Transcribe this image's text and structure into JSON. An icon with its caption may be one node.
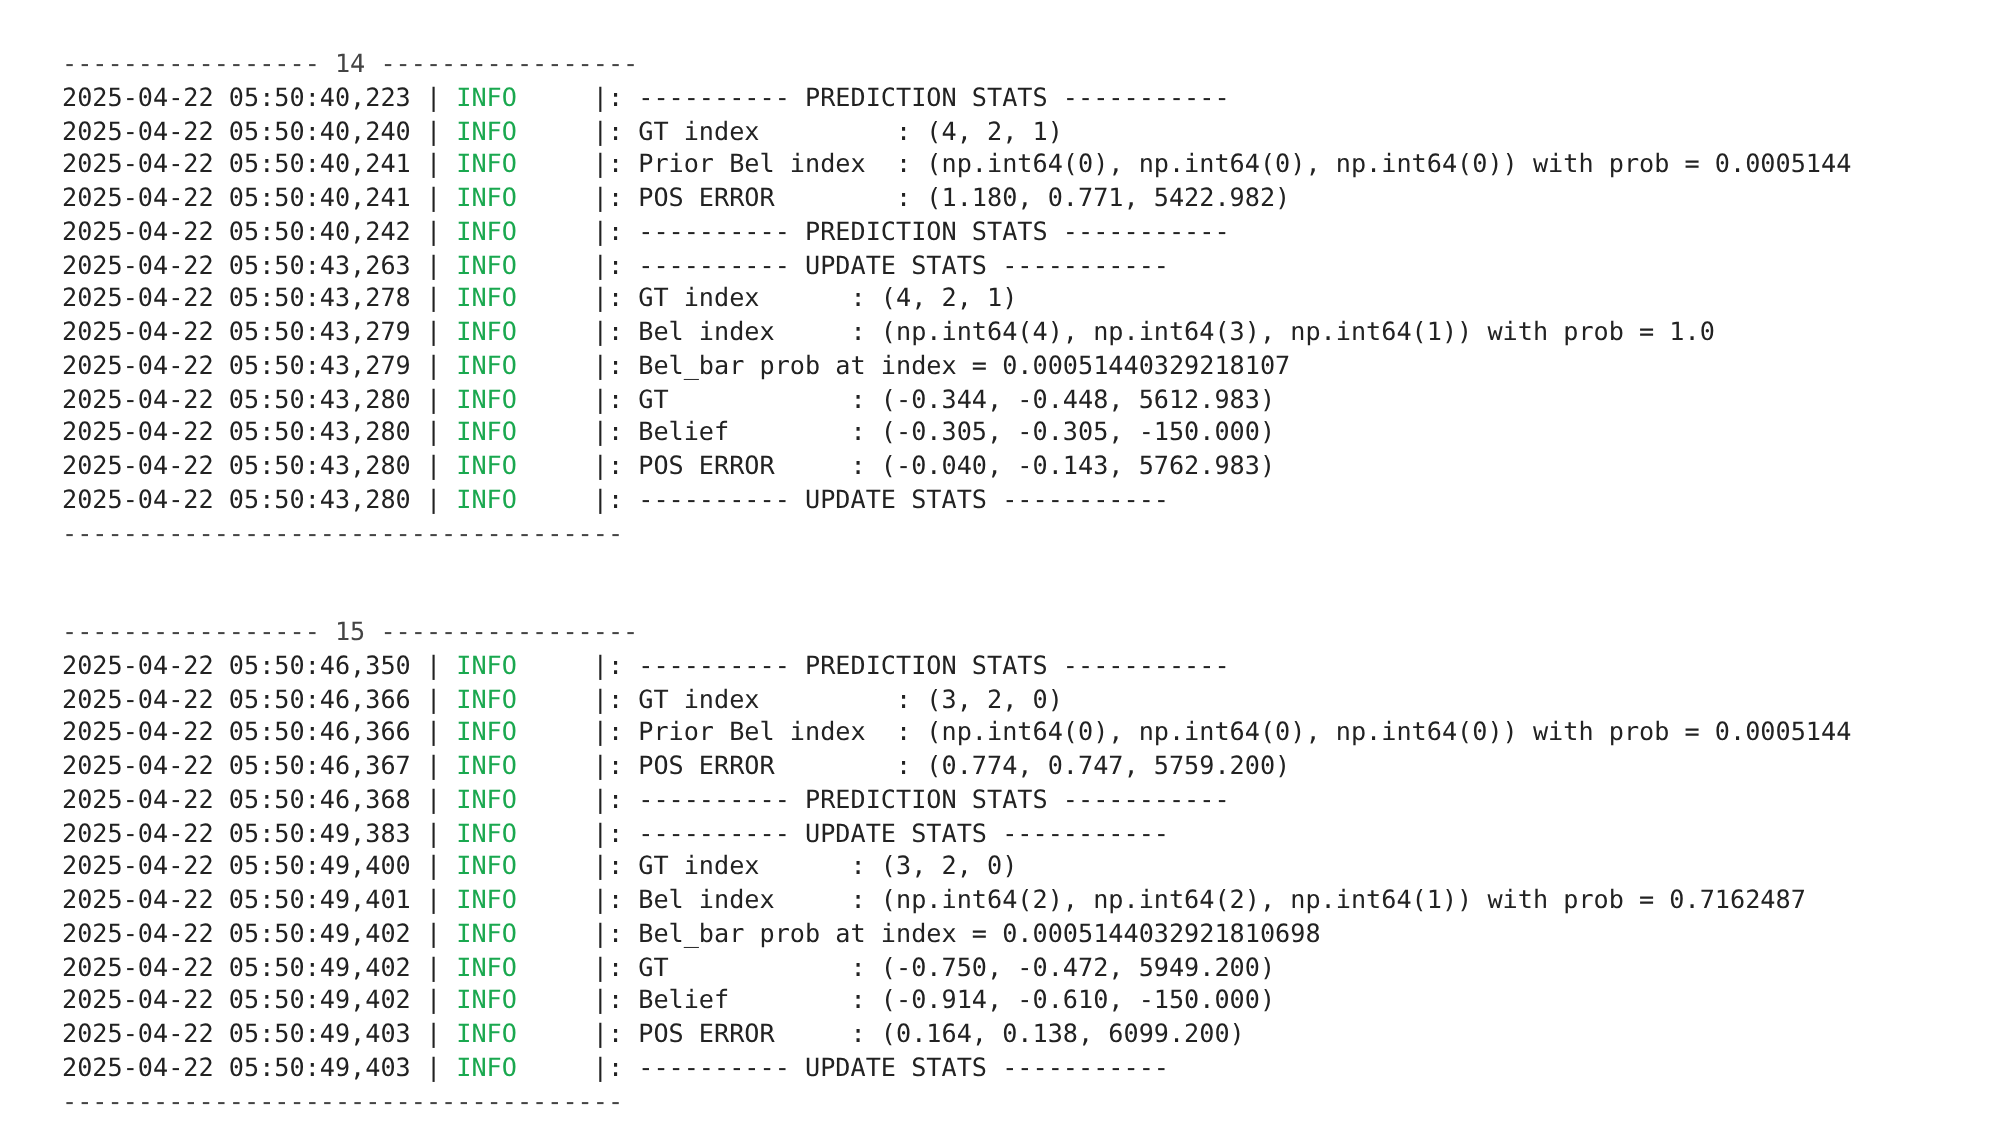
{
  "diagram": {
    "labels": [
      "----------------- 14 -----------------",
      "2025-04-22 05:50:40,223 |",
      "INFO",
      "|: ---------- PREDICTION STATS -----------",
      "2025-04-22 05:50:40,240 |",
      "INFO",
      "|: GT index         : (4, 2, 1)",
      "2025-04-22 05:50:40,241 |",
      "INFO",
      "|: Prior Bel index  : (np.int64(0), np.int64(0), np.int64(0)) with prob = 0.0005144",
      "2025-04-22 05:50:40,241 |",
      "INFO",
      "|: POS ERROR        : (1.180, 0.771, 5422.982)",
      "2025-04-22 05:50:40,242 |",
      "INFO",
      "|: ---------- PREDICTION STATS -----------",
      "2025-04-22 05:50:43,263 |",
      "INFO",
      "|: ---------- UPDATE STATS -----------",
      "2025-04-22 05:50:43,278 |",
      "INFO",
      "|: GT index      : (4, 2, 1)",
      "2025-04-22 05:50:43,279 |",
      "INFO",
      "|: Bel index     : (np.int64(4), np.int64(3), np.int64(1)) with prob = 1.0",
      "2025-04-22 05:50:43,279 |",
      "INFO",
      "|: Bel_bar prob at index = 0.00051440329218107",
      "2025-04-22 05:50:43,280 |",
      "INFO",
      "|: GT            : (-0.344, -0.448, 5612.983)",
      "2025-04-22 05:50:43,280 |",
      "INFO",
      "|: Belief        : (-0.305, -0.305, -150.000)",
      "2025-04-22 05:50:43,280 |",
      "INFO",
      "|: POS ERROR     : (-0.040, -0.143, 5762.983)",
      "2025-04-22 05:50:43,280 |",
      "INFO",
      "|: ---------- UPDATE STATS -----------",
      "-------------------------------------",
      "----------------- 15 -----------------",
      "2025-04-22 05:50:46,350 |",
      "INFO",
      "|: ---------- PREDICTION STATS -----------",
      "2025-04-22 05:50:46,366 |",
      "INFO",
      "|: GT index         : (3, 2, 0)",
      "2025-04-22 05:50:46,366 |",
      "INFO",
      "|: Prior Bel index  : (np.int64(0), np.int64(0), np.int64(0)) with prob = 0.0005144",
      "2025-04-22 05:50:46,367 |",
      "INFO",
      "|: POS ERROR        : (0.774, 0.747, 5759.200)",
      "2025-04-22 05:50:46,368 |",
      "INFO",
      "|: ---------- PREDICTION STATS -----------",
      "2025-04-22 05:50:49,383 |",
      "INFO",
      "|: ---------- UPDATE STATS -----------",
      "2025-04-22 05:50:49,400 |",
      "INFO",
      "|: GT index      : (3, 2, 0)",
      "2025-04-22 05:50:49,401 |",
      "INFO",
      "|: Bel index     : (np.int64(2), np.int64(2), np.int64(1)) with prob = 0.7162487",
      "2025-04-22 05:50:49,402 |",
      "INFO",
      "|: Bel_bar prob at index = 0.0005144032921810698",
      "2025-04-22 05:50:49,402 |",
      "INFO",
      "|: GT            : (-0.750, -0.472, 5949.200)",
      "2025-04-22 05:50:49,402 |",
      "INFO",
      "|: Belief        : (-0.914, -0.610, -150.000)",
      "2025-04-22 05:50:49,403 |",
      "INFO",
      "|: POS ERROR     : (0.164, 0.138, 6099.200)",
      "2025-04-22 05:50:49,403 |",
      "INFO",
      "|: ---------- UPDATE STATS -----------",
      "-------------------------------------"
    ]
  }
}
